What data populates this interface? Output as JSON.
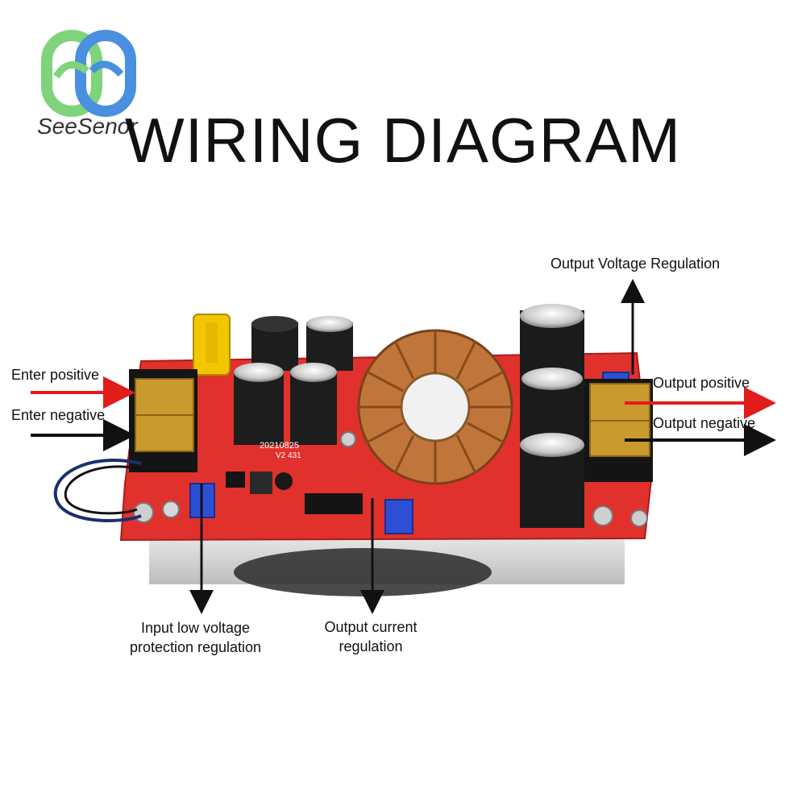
{
  "brand": {
    "name": "SeeSenor",
    "logo_icon": "seesensor-logo-icon",
    "colors": {
      "green": "#7fd37b",
      "blue": "#4a8fe0"
    }
  },
  "title": "WIRING DIAGRAM",
  "labels": {
    "enter_positive": "Enter positive",
    "enter_negative": "Enter negative",
    "output_positive": "Output positive",
    "output_negative": "Output negative",
    "output_voltage_regulation": "Output Voltage Regulation",
    "input_low_voltage_line1": "Input low voltage",
    "input_low_voltage_line2": "protection regulation",
    "output_current_line1": "Output current",
    "output_current_line2": "regulation"
  },
  "board_markings": {
    "date_code": "20210825",
    "version": "V2  431"
  },
  "colors": {
    "positive_arrow": "#e21b1b",
    "negative_arrow": "#111111",
    "pcb": "#e0312c",
    "terminal": "#c99a2e",
    "inductor_copper": "#c0763a"
  }
}
